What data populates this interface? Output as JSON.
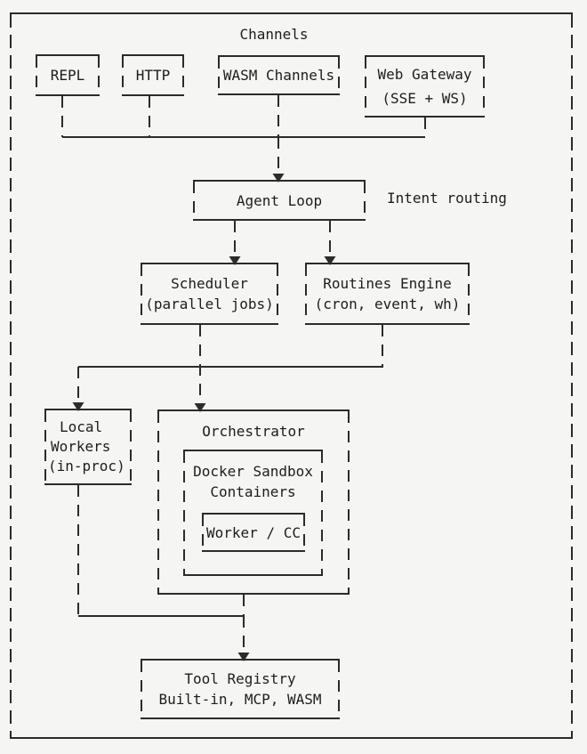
{
  "diagram": {
    "frame_label": "Channels",
    "nodes": {
      "repl": {
        "label": "REPL"
      },
      "http": {
        "label": "HTTP"
      },
      "wasm_channels": {
        "label": "WASM Channels"
      },
      "web_gateway": {
        "line1": "Web Gateway",
        "line2": "(SSE + WS)"
      },
      "agent_loop": {
        "label": "Agent Loop"
      },
      "intent_routing": {
        "label": "Intent routing"
      },
      "scheduler": {
        "line1": "Scheduler",
        "line2": "(parallel jobs)"
      },
      "routines_engine": {
        "line1": "Routines Engine",
        "line2": "(cron, event, wh)"
      },
      "local_workers": {
        "line1": "Local",
        "line2": "Workers",
        "line3": "(in-proc)"
      },
      "orchestrator": {
        "label": "Orchestrator"
      },
      "docker_sandbox": {
        "line1": "Docker Sandbox",
        "line2": "Containers"
      },
      "worker_cc": {
        "label": "Worker / CC"
      },
      "tool_registry": {
        "line1": "Tool Registry",
        "line2": "Built-in, MCP, WASM"
      }
    },
    "colors": {
      "background": "#f5f5f3",
      "line": "#2b2b2b",
      "text": "#1d1d1d"
    }
  }
}
